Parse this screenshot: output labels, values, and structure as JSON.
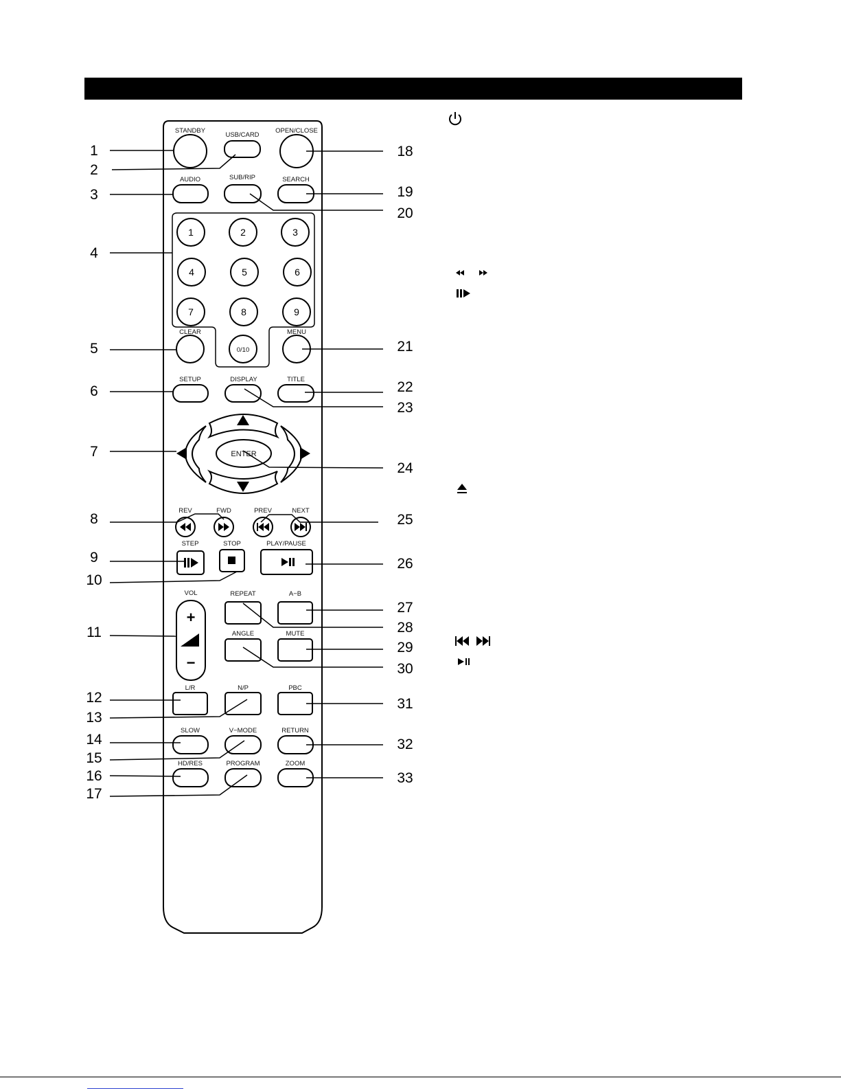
{
  "buttons": {
    "standby": "STANDBY",
    "usb_card": "USB/CARD",
    "open_close": "OPEN/CLOSE",
    "audio": "AUDIO",
    "sub_rip": "SUB/RIP",
    "search": "SEARCH",
    "num_keys": [
      "1",
      "2",
      "3",
      "4",
      "5",
      "6",
      "7",
      "8",
      "9"
    ],
    "zero_ten": "0/10",
    "clear": "CLEAR",
    "menu": "MENU",
    "setup": "SETUP",
    "display": "DISPLAY",
    "title": "TITLE",
    "enter": "ENTER",
    "rev": "REV",
    "fwd": "FWD",
    "prev": "PREV",
    "next": "NEXT",
    "step": "STEP",
    "stop": "STOP",
    "play_pause": "PLAY/PAUSE",
    "vol": "VOL",
    "vol_plus": "+",
    "vol_minus": "−",
    "repeat": "REPEAT",
    "a_b": "A−B",
    "angle": "ANGLE",
    "mute": "MUTE",
    "l_r": "L/R",
    "n_p": "N/P",
    "pbc": "PBC",
    "slow": "SLOW",
    "v_mode": "V−MODE",
    "return": "RETURN",
    "hd_res": "HD/RES",
    "program": "PROGRAM",
    "zoom": "ZOOM"
  },
  "callouts_left": [
    "1",
    "2",
    "3",
    "4",
    "5",
    "6",
    "7",
    "8",
    "9",
    "10",
    "11",
    "12",
    "13",
    "14",
    "15",
    "16",
    "17"
  ],
  "callouts_right": [
    "18",
    "19",
    "20",
    "21",
    "22",
    "23",
    "24",
    "25",
    "26",
    "27",
    "28",
    "29",
    "30",
    "31",
    "32",
    "33"
  ],
  "legend_icons": [
    "power-icon",
    "rewind-forward-icon",
    "step-icon",
    "eject-icon",
    "prev-next-icon",
    "play-pause-icon"
  ]
}
